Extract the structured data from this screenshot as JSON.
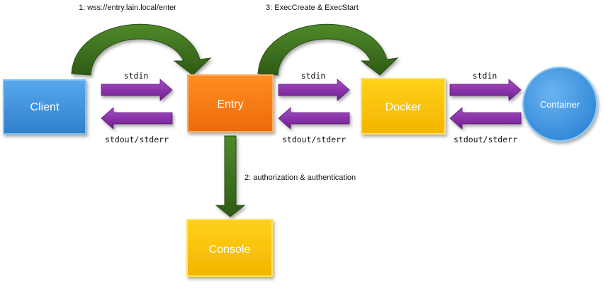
{
  "nodes": {
    "client": "Client",
    "entry": "Entry",
    "docker": "Docker",
    "container": "Container",
    "console": "Console"
  },
  "labels": {
    "step1": "1: wss://entry.lain.local/enter",
    "step2": "2: authorization & authentication",
    "step3": "3: ExecCreate & ExecStart",
    "stdin": "stdin",
    "stdout": "stdout/stderr"
  },
  "colors": {
    "client": "#3a8fd8",
    "entry": "#f47a13",
    "docker": "#f7c300",
    "console": "#f7c300",
    "container": "#3b96e0",
    "stream_arrow": "#8a2aa8",
    "flow_arrow": "#3f6d1f"
  }
}
